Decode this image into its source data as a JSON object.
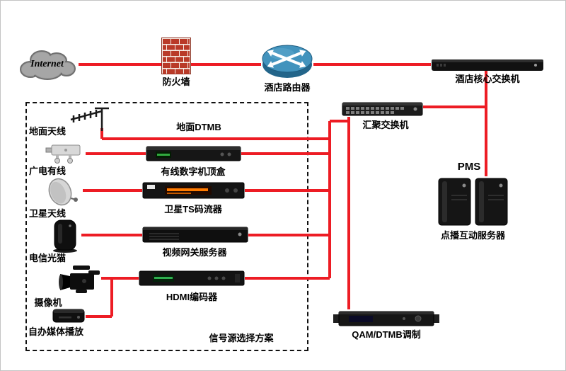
{
  "diagram": {
    "colors": {
      "connection": "#ed1c24",
      "dashed_border": "#111111"
    },
    "nodes": {
      "internet": {
        "label": "Internet"
      },
      "firewall": {
        "label": "防火墙"
      },
      "hotel_router": {
        "label": "酒店路由器"
      },
      "core_switch": {
        "label": "酒店核心交换机"
      },
      "aggregation_switch": {
        "label": "汇聚交换机"
      },
      "pms": {
        "label": "PMS"
      },
      "vod_server": {
        "label": "点播互动服务器"
      },
      "terrestrial_antenna": {
        "label": "地面天线"
      },
      "terrestrial_dtmb": {
        "label": "地面DTMB"
      },
      "cable_tv": {
        "label": "广电有线"
      },
      "cable_stb": {
        "label": "有线数字机顶盒"
      },
      "satellite_antenna": {
        "label": "卫星天线"
      },
      "satellite_ts_streamer": {
        "label": "卫星TS码流器"
      },
      "telecom_modem": {
        "label": "电信光猫"
      },
      "video_gateway_server": {
        "label": "视频网关服务器"
      },
      "camera": {
        "label": "摄像机"
      },
      "hdmi_encoder": {
        "label": "HDMI编码器"
      },
      "self_media_player": {
        "label": "自办媒体播放"
      },
      "qam_dtmb_modulator": {
        "label": "QAM/DTMB调制"
      },
      "signal_source_plan": {
        "label": "信号源选择方案"
      }
    }
  }
}
